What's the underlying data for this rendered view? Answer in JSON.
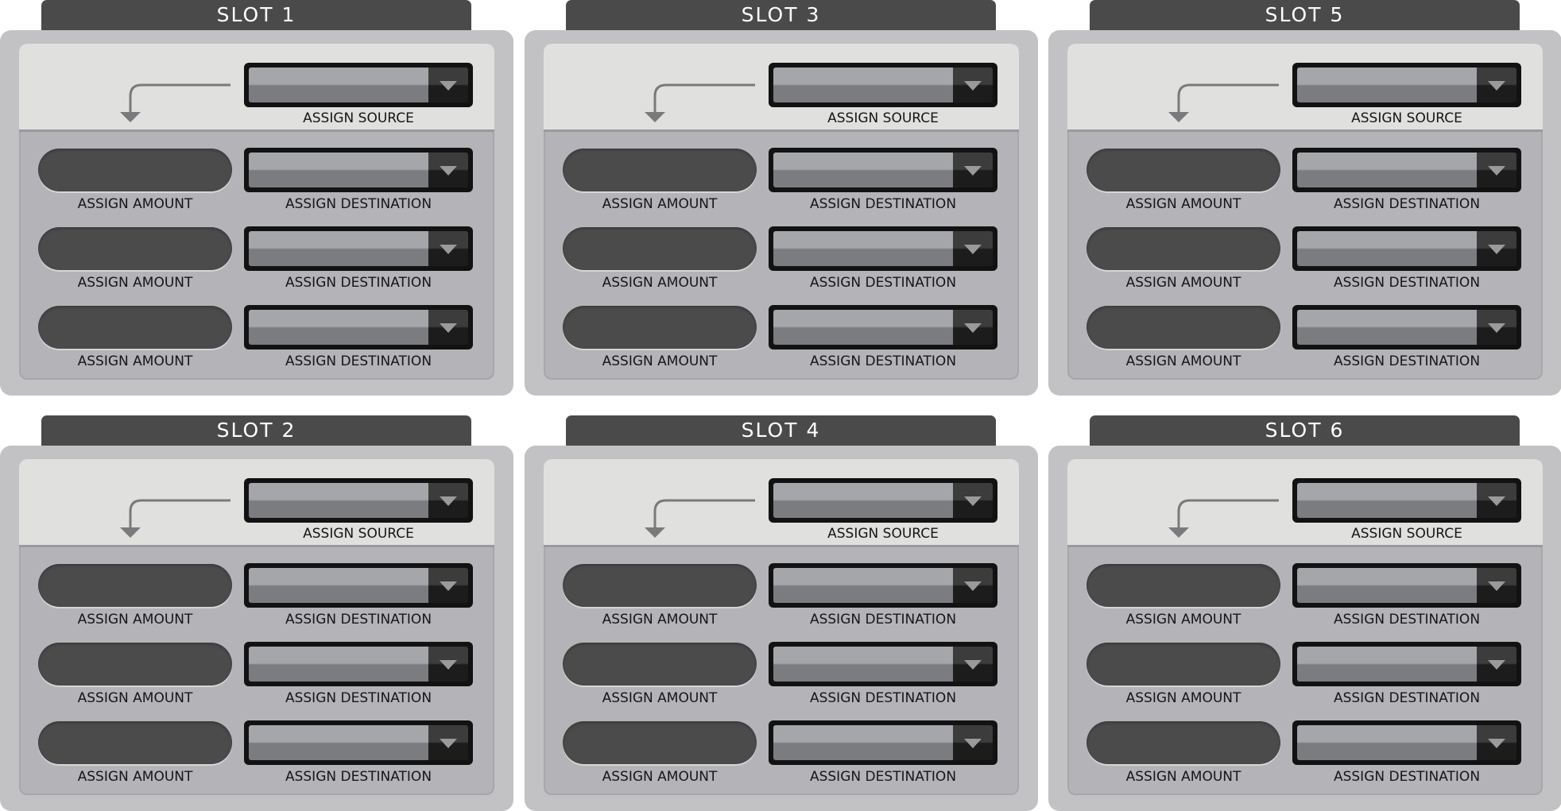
{
  "slots": [
    {
      "title": "SLOT 1",
      "source_label": "ASSIGN SOURCE",
      "rows": [
        {
          "amount_label": "ASSIGN AMOUNT",
          "destination_label": "ASSIGN DESTINATION"
        },
        {
          "amount_label": "ASSIGN AMOUNT",
          "destination_label": "ASSIGN DESTINATION"
        },
        {
          "amount_label": "ASSIGN AMOUNT",
          "destination_label": "ASSIGN DESTINATION"
        }
      ]
    },
    {
      "title": "SLOT 2",
      "source_label": "ASSIGN SOURCE",
      "rows": [
        {
          "amount_label": "ASSIGN AMOUNT",
          "destination_label": "ASSIGN DESTINATION"
        },
        {
          "amount_label": "ASSIGN AMOUNT",
          "destination_label": "ASSIGN DESTINATION"
        },
        {
          "amount_label": "ASSIGN AMOUNT",
          "destination_label": "ASSIGN DESTINATION"
        }
      ]
    },
    {
      "title": "SLOT 3",
      "source_label": "ASSIGN SOURCE",
      "rows": [
        {
          "amount_label": "ASSIGN AMOUNT",
          "destination_label": "ASSIGN DESTINATION"
        },
        {
          "amount_label": "ASSIGN AMOUNT",
          "destination_label": "ASSIGN DESTINATION"
        },
        {
          "amount_label": "ASSIGN AMOUNT",
          "destination_label": "ASSIGN DESTINATION"
        }
      ]
    },
    {
      "title": "SLOT 4",
      "source_label": "ASSIGN SOURCE",
      "rows": [
        {
          "amount_label": "ASSIGN AMOUNT",
          "destination_label": "ASSIGN DESTINATION"
        },
        {
          "amount_label": "ASSIGN AMOUNT",
          "destination_label": "ASSIGN DESTINATION"
        },
        {
          "amount_label": "ASSIGN AMOUNT",
          "destination_label": "ASSIGN DESTINATION"
        }
      ]
    },
    {
      "title": "SLOT 5",
      "source_label": "ASSIGN SOURCE",
      "rows": [
        {
          "amount_label": "ASSIGN AMOUNT",
          "destination_label": "ASSIGN DESTINATION"
        },
        {
          "amount_label": "ASSIGN AMOUNT",
          "destination_label": "ASSIGN DESTINATION"
        },
        {
          "amount_label": "ASSIGN AMOUNT",
          "destination_label": "ASSIGN DESTINATION"
        }
      ]
    },
    {
      "title": "SLOT 6",
      "source_label": "ASSIGN SOURCE",
      "rows": [
        {
          "amount_label": "ASSIGN AMOUNT",
          "destination_label": "ASSIGN DESTINATION"
        },
        {
          "amount_label": "ASSIGN AMOUNT",
          "destination_label": "ASSIGN DESTINATION"
        },
        {
          "amount_label": "ASSIGN AMOUNT",
          "destination_label": "ASSIGN DESTINATION"
        }
      ]
    }
  ],
  "icons": {
    "routing_arrow": "routing-arrow-icon",
    "dropdown_chevron": "chevron-down-icon"
  },
  "colors": {
    "tab": "#4a4a4a",
    "frame": "#c2c2c4",
    "source_area": "#e0e0df",
    "amount_knob": "#4b4b4b",
    "dropdown_body": "#121212"
  }
}
